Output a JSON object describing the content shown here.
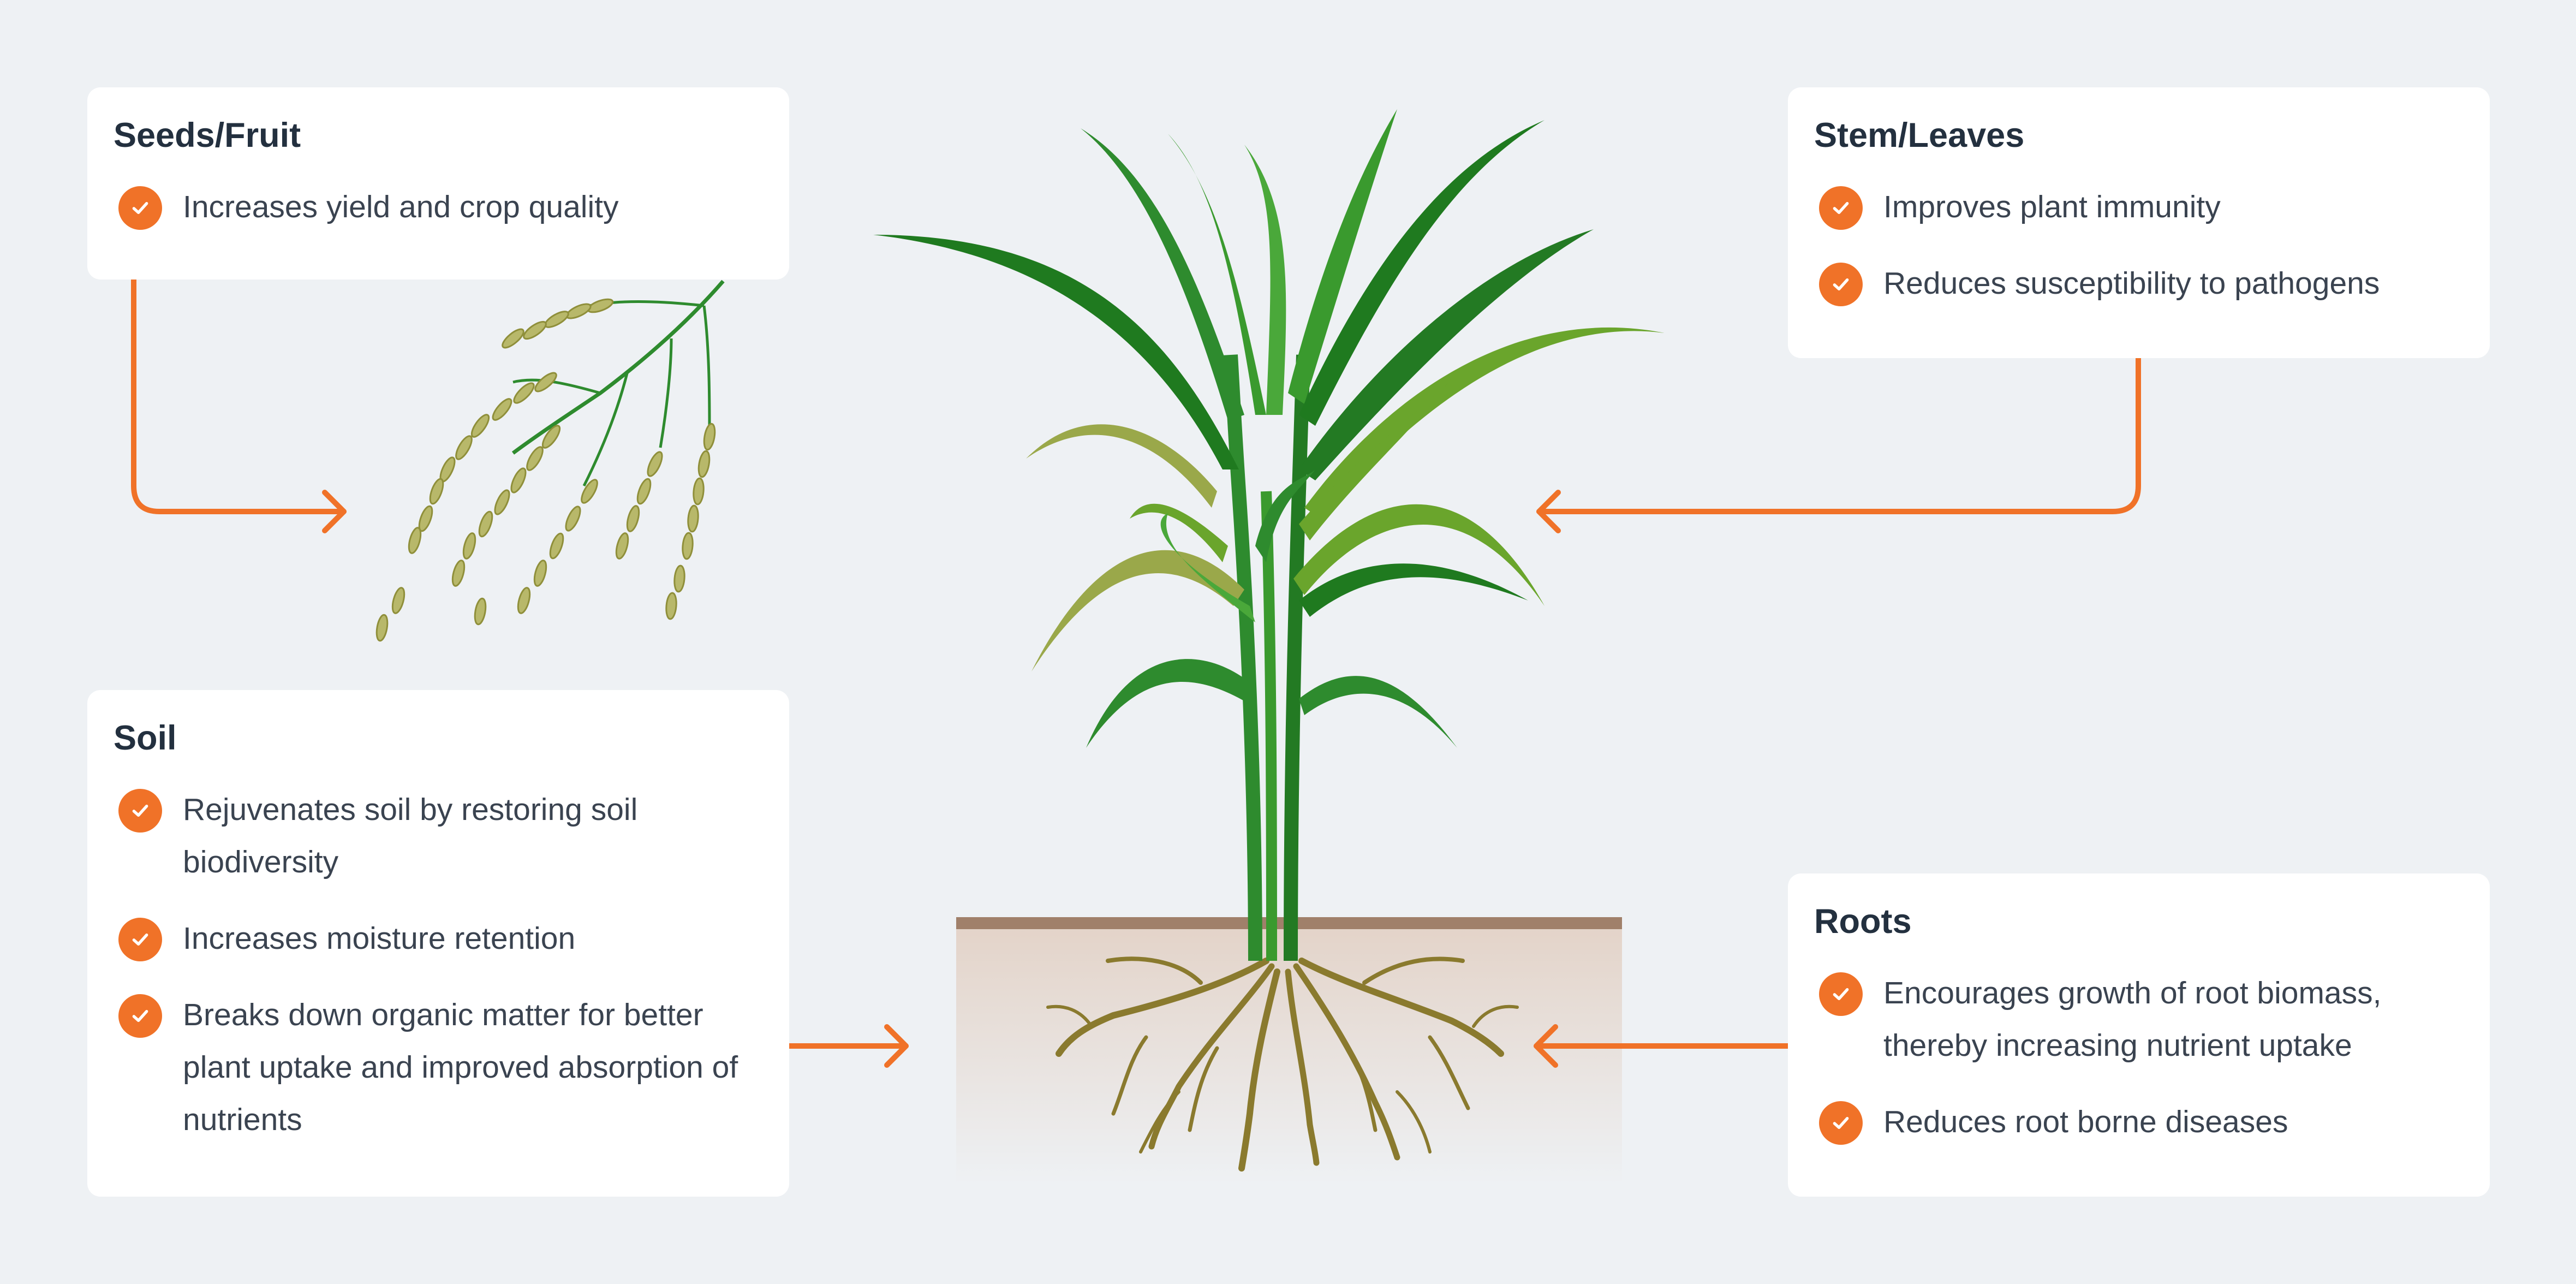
{
  "cards": {
    "seeds": {
      "title": "Seeds/Fruit",
      "items": [
        "Increases yield and crop quality"
      ]
    },
    "stem": {
      "title": "Stem/Leaves",
      "items": [
        "Improves plant immunity",
        "Reduces susceptibility to pathogens"
      ]
    },
    "soil": {
      "title": "Soil",
      "items": [
        "Rejuvenates soil by restoring soil biodiversity",
        "Increases moisture retention",
        "Breaks down organic matter  for better plant uptake and improved absorption of nutrients"
      ]
    },
    "roots": {
      "title": "Roots",
      "items": [
        "Encourages growth of root biomass, thereby increasing nutrient uptake",
        "Reduces root borne diseases"
      ]
    }
  },
  "icons": {
    "bullet": "check-circle-icon",
    "arrow": "arrow-icon",
    "plant": "rice-plant-icon",
    "grain": "rice-grain-panicle-icon",
    "roots": "roots-icon"
  },
  "colors": {
    "background": "#eef1f4",
    "accent": "#f07228",
    "leaf_dark": "#1f7a1f",
    "leaf_light": "#6aa52c",
    "grain": "#b8b86a",
    "soil_line": "#a0806a",
    "soil": "#e6d8cf",
    "root": "#8a7a2e"
  }
}
